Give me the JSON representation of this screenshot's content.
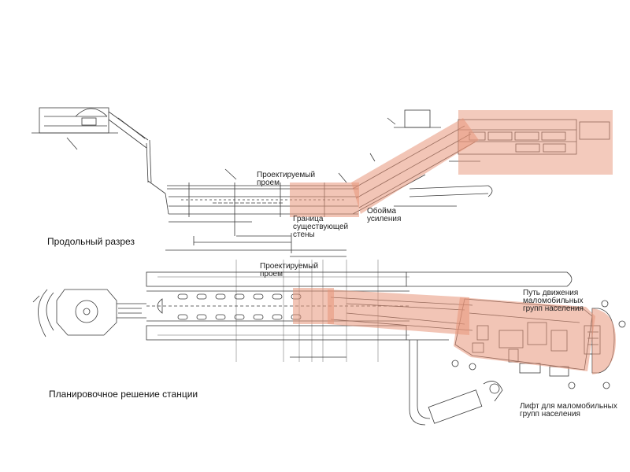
{
  "section": {
    "title": "Продольный разрез",
    "labels": {
      "design_opening": "Проектируемый\nпроем",
      "wall_boundary": "Граница\nсуществующей\nстены",
      "reinforcement_frame": "Обойма\nусиления"
    }
  },
  "plan": {
    "title": "Планировочное решение станции",
    "labels": {
      "design_opening": "Проектируемый\nпроем",
      "mobility_path": "Путь движения\nмаломобильных\nгрупп населения",
      "mobility_lift": "Лифт для маломобильных\nгрупп населения"
    }
  },
  "colors": {
    "line": "#3a3a3a",
    "highlight": "#e8957a",
    "highlight_strong": "#d9826a"
  }
}
